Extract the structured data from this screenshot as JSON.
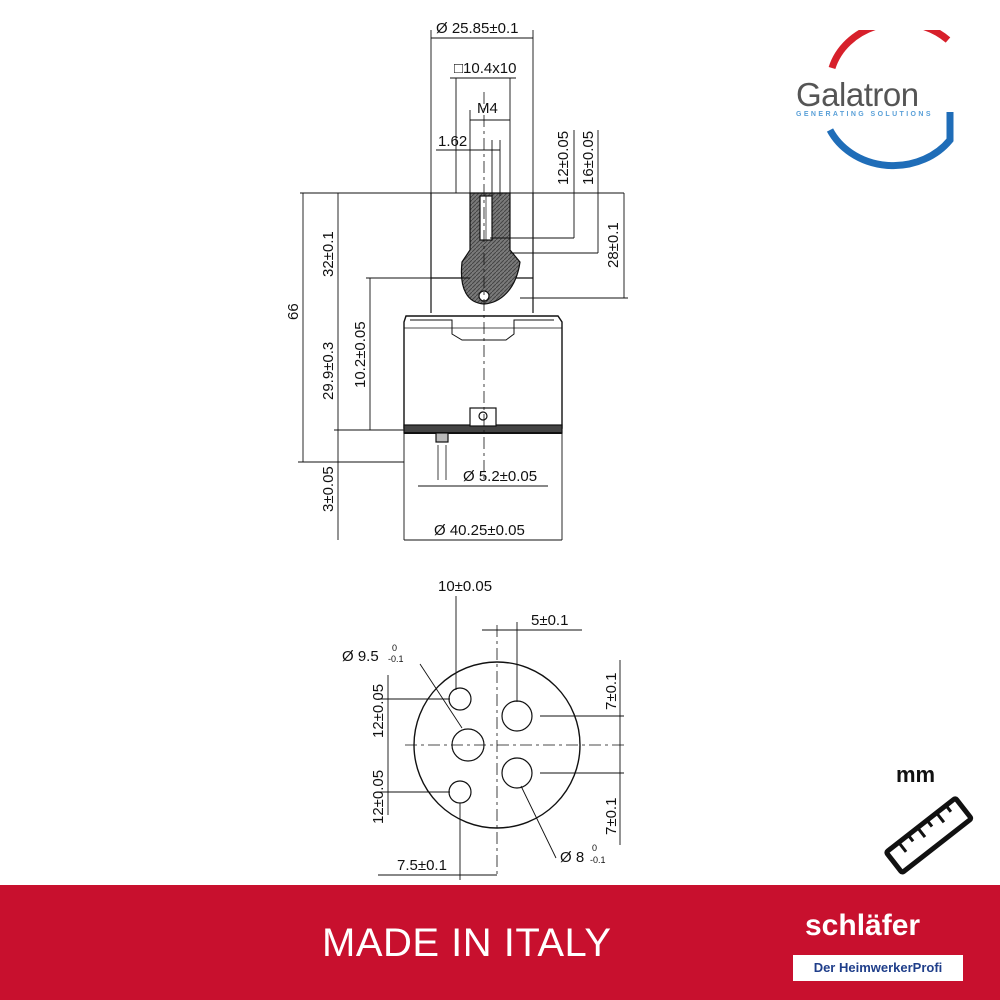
{
  "drawing": {
    "dimensions": {
      "top_diameter": "Ø 25.85±0.1",
      "square": "□10.4x10",
      "thread": "M4",
      "d_162": "1.62",
      "d_12": "12±0.05",
      "d_16": "16±0.05",
      "d_28": "28±0.1",
      "d_32": "32±0.1",
      "d_66": "66",
      "d_10_2": "10.2±0.05",
      "d_29_9": "29.9±0.3",
      "d_3": "3±0.05",
      "pin_diameter": "Ø 5.2±0.05",
      "body_diameter": "Ø 40.25±0.05",
      "d_10": "10±0.05",
      "d_5": "5±0.1",
      "hole_95": "Ø 9.5",
      "hole_95_tol_top": "0",
      "hole_95_tol_bottom": "-0.1",
      "d_12a": "12±0.05",
      "d_12b": "12±0.05",
      "d_7a": "7±0.1",
      "d_7b": "7±0.1",
      "d_7_5": "7.5±0.1",
      "hole_8": "Ø 8",
      "hole_8_tol_top": "0",
      "hole_8_tol_bottom": "-0.1"
    }
  },
  "logo": {
    "name": "Galatron",
    "tagline": "GENERATING SOLUTIONS",
    "colors": {
      "arc_top": "#d7202b",
      "arc_bottom": "#1f6db8"
    }
  },
  "unit": "mm",
  "footer": {
    "made_in": "MADE IN ITALY",
    "brand": "schläfer",
    "brand_tagline": "Der HeimwerkerProfi",
    "background": "#c8102e"
  }
}
